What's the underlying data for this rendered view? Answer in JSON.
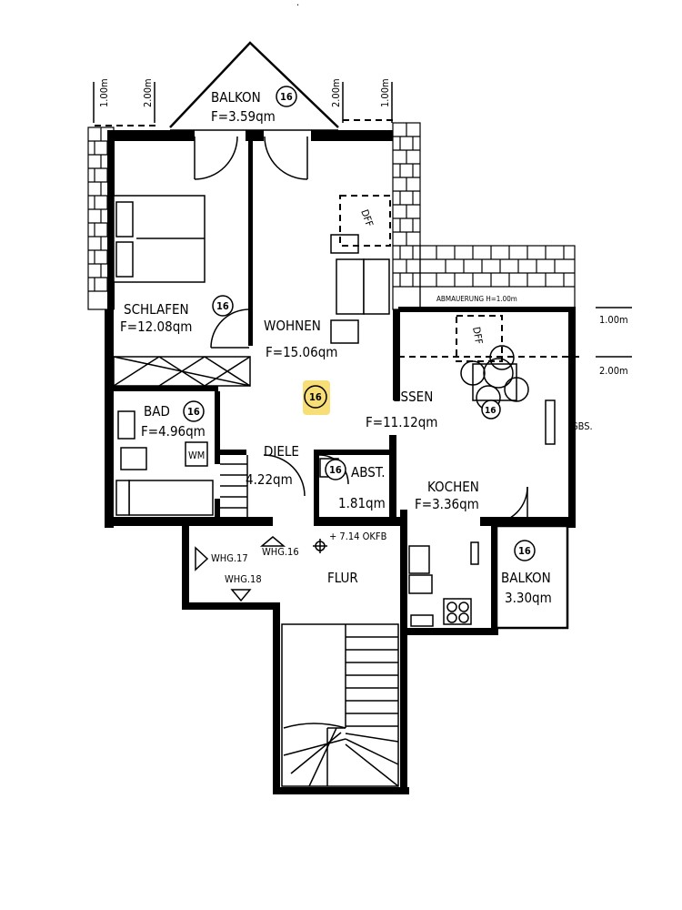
{
  "rooms": {
    "balkon_top": {
      "name": "BALKON",
      "area": "F=3.59qm",
      "marker": "16"
    },
    "schlafen": {
      "name": "SCHLAFEN",
      "area": "F=12.08qm",
      "marker": "16"
    },
    "wohnen": {
      "name": "WOHNEN",
      "area": "F=15.06qm"
    },
    "essen": {
      "name": "ESSEN",
      "area": "F=11.12qm"
    },
    "bad": {
      "name": "BAD",
      "area": "F=4.96qm",
      "marker": "16"
    },
    "diele": {
      "name": "DIELE",
      "area": "4.22qm"
    },
    "abst": {
      "name": "ABST.",
      "area": "1.81qm",
      "marker": "16"
    },
    "kochen": {
      "name": "KOCHEN",
      "area": "F=3.36qm"
    },
    "balkon_right": {
      "name": "BALKON",
      "area": "3.30qm",
      "marker": "16"
    },
    "flur": {
      "name": "FLUR"
    }
  },
  "highlight_marker": "16",
  "labels": {
    "whg16": "WHG.16",
    "whg17": "WHG.17",
    "whg18": "WHG.18",
    "okfb": "+ 7.14 OKFB",
    "gbs": "GBS.",
    "abmauerung": "ABMAUERUNG H=1.00m",
    "dfi": "DFF",
    "wm": "WM"
  },
  "dimensions": {
    "left_outer": "1.00m",
    "left_inner": "2.00m",
    "right_inner": "2.00m",
    "right_outer": "1.00m",
    "side_upper": "1.00m",
    "side_lower": "2.00m"
  }
}
